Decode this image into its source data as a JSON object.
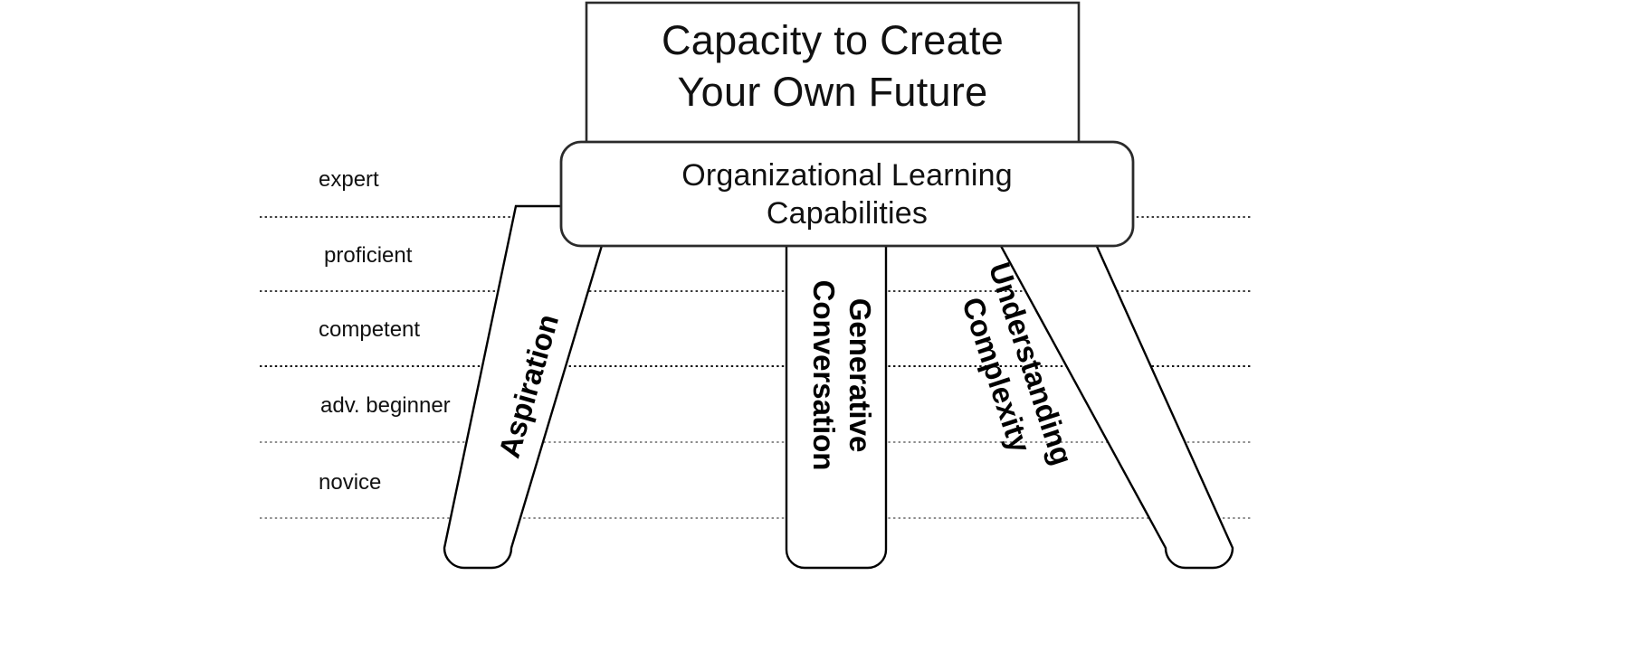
{
  "diagram": {
    "kind": "three-legged-stool-capability-diagram",
    "background_color": "#ffffff",
    "line_color": "#000000",
    "dotted_line_color": "#3a3a3a"
  },
  "top_box": {
    "line1": "Capacity to Create",
    "line2": "Your Own Future"
  },
  "capability_box": {
    "line1": "Organizational Learning",
    "line2": "Capabilities"
  },
  "tiers": [
    {
      "label": "expert"
    },
    {
      "label": "proficient"
    },
    {
      "label": "competent"
    },
    {
      "label": "adv. beginner"
    },
    {
      "label": "novice"
    }
  ],
  "legs": [
    {
      "id": "aspiration",
      "line1": "Aspiration",
      "line2": ""
    },
    {
      "id": "generative-conversation",
      "line1": "Generative",
      "line2": "Conversation"
    },
    {
      "id": "understanding-complexity",
      "line1": "Understanding",
      "line2": "Complexity"
    }
  ]
}
